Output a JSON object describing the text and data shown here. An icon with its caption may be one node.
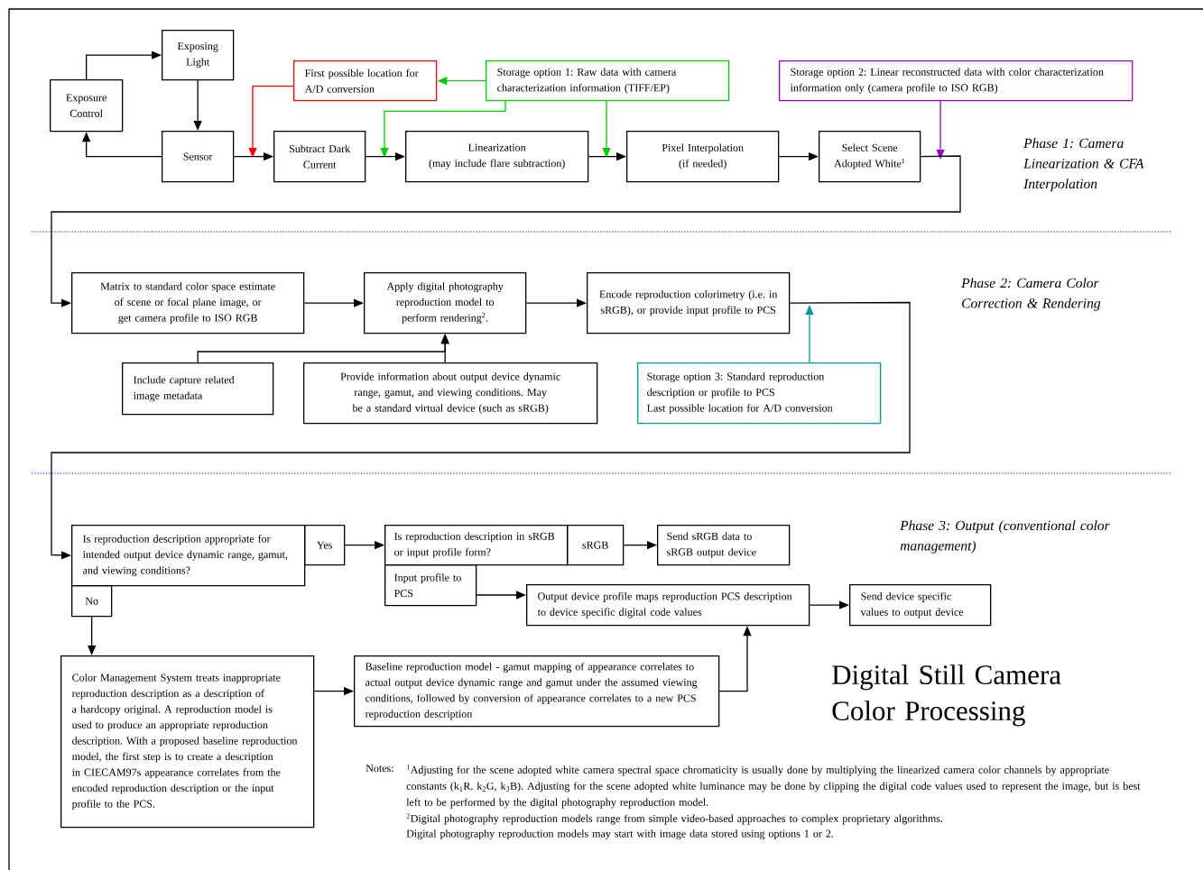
{
  "diagram": {
    "title": "Digital Still Camera Color Processing",
    "nodes": [
      {
        "text": [
          "Exposing Light"
        ]
      },
      {
        "text": [
          "Exposure Control"
        ]
      },
      {
        "text": [
          "Sensor"
        ]
      },
      {
        "text": [
          "First possible location for A/D conversion"
        ]
      },
      {
        "text": [
          "Storage option 1: Raw data with camera characterization information (TIFF/EP)"
        ]
      },
      {
        "text": [
          "Subtract Dark Current"
        ]
      },
      {
        "text": [
          "Linearization",
          "(may include flare subtraction)"
        ]
      },
      {
        "text": [
          "Pixel Interpolation",
          "(if needed)"
        ]
      },
      {
        "text": [
          "Select Scene Adopted White$^{1}$"
        ]
      },
      {
        "text": [
          "Storage option 2: Linear reconstructed data with color characterization information only (camera profile to ISO RGB)"
        ]
      },
      {
        "text": [
          "Matrix to standard color space estimate of scene or focal plane image, or get camera profile to ISO RGB"
        ]
      },
      {
        "text": [
          "Apply digital photography reproduction model to perform rendering$^{2}$."
        ]
      },
      {
        "text": [
          "Encode reproduction colorimetry (i.e. in sRGB), or provide input profile to PCS"
        ]
      },
      {
        "text": [
          "Include capture related image metadata"
        ]
      },
      {
        "text": [
          "Provide information about output device dynamic range, gamut, and viewing conditions. May be a standard virtual device (such as sRGB)"
        ]
      },
      {
        "text": [
          "Storage option 3: Standard reproduction description or profile to PCS",
          "Last possible location for A/D conversion"
        ]
      },
      {
        "text": [
          "Is reproduction description appropriate for intended output device dynamic range, gamut, and viewing conditions?"
        ]
      },
      {
        "text": [
          "Yes"
        ]
      },
      {
        "text": [
          "No"
        ]
      },
      {
        "text": [
          "Is reproduction description in sRGB or input profile form?"
        ]
      },
      {
        "text": [
          "sRGB"
        ]
      },
      {
        "text": [
          "Send sRGB data to sRGB output device"
        ]
      },
      {
        "text": [
          "Input profile to PCS"
        ]
      },
      {
        "text": [
          "Output device profile maps reproduction PCS description to device specific digital code values"
        ]
      },
      {
        "text": [
          "Send device specific values to output device"
        ]
      },
      {
        "text": [
          "Color Management System treats inappropriate reproduction description as a description of a hardcopy original. A reproduction model is used to produce an appropriate reproduction description. With a proposed baseline reproduction model, the first step is to create a description in CIECAM97s appearance correlates from the encoded reproduction description or the input profile to the PCS."
        ]
      },
      {
        "text": [
          "Baseline reproduction model - gamut mapping of appearance correlates to actual output device dynamic range and gamut under the assumed viewing conditions, followed by conversion of appearance correlates to a new PCS reproduction description"
        ]
      }
    ],
    "edges": [
      {
        "from": 1,
        "to": 0,
        "arrow": "to"
      },
      {
        "from": 0,
        "to": 2,
        "arrow": "to"
      },
      {
        "from": 2,
        "to": 1,
        "arrow": "to"
      },
      {
        "from": 2,
        "to": 5,
        "arrow": "to"
      },
      {
        "from": 3,
        "to": null,
        "arrow": "to",
        "color": "#ff0000"
      },
      {
        "from": 4,
        "to": 3,
        "arrow": "to",
        "color": "#00cc00"
      },
      {
        "from": 4,
        "to": null,
        "arrow": "to",
        "color": "#00cc00"
      },
      {
        "from": 4,
        "to": null,
        "arrow": "to",
        "color": "#00cc00"
      },
      {
        "from": 5,
        "to": 6,
        "arrow": "to"
      },
      {
        "from": 6,
        "to": 7,
        "arrow": "to"
      },
      {
        "from": 7,
        "to": 8,
        "arrow": "to"
      },
      {
        "from": 9,
        "to": null,
        "arrow": "to",
        "color": "#9900cc"
      },
      {
        "from": 8,
        "to": 10,
        "arrow": "to"
      },
      {
        "from": 10,
        "to": 11,
        "arrow": "to"
      },
      {
        "from": 11,
        "to": 12,
        "arrow": "to"
      },
      {
        "from": 13,
        "to": 11,
        "arrow": "to"
      },
      {
        "from": 14,
        "to": 11,
        "arrow": "to"
      },
      {
        "from": 15,
        "to": null,
        "arrow": "to",
        "color": "#009999"
      },
      {
        "from": 12,
        "to": 16,
        "arrow": "to"
      },
      {
        "from": 17,
        "to": 19,
        "arrow": "to"
      },
      {
        "from": 20,
        "to": 21,
        "arrow": "to"
      },
      {
        "from": 22,
        "to": 23,
        "arrow": "to"
      },
      {
        "from": 23,
        "to": 24,
        "arrow": "to"
      },
      {
        "from": 18,
        "to": 25,
        "arrow": "to"
      },
      {
        "from": 25,
        "to": 26,
        "arrow": "to"
      },
      {
        "from": 26,
        "to": 23,
        "arrow": "to"
      }
    ],
    "labels": [
      "Phase 1: Camera Linearization & CFA Interpolation",
      "Phase 2: Camera Color Correction & Rendering",
      "Phase 3: Output (conventional color management)",
      "Notes:",
      "$^{1}$Adjusting for the scene adopted white camera spectral space chromaticity is usually done by multiplying the linearized camera color channels by appropriate constants (k$_{1}$R. k$_{2}$G, k$_{3}$B). Adjusting for the scene adopted white luminance may be done by clipping the digital code values used to represent the image, but is best left to be performed by the digital photography reproduction model.",
      "$^{2}$Digital photography reproduction models range from simple video-based approaches to complex proprietary algorithms.",
      "Digital photography reproduction models may start with image data stored using options 1 or 2."
    ]
  }
}
